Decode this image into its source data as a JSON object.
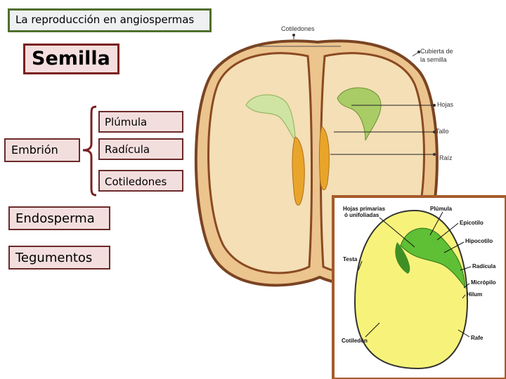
{
  "title": "La reproducción en angiospermas",
  "heading": "Semilla",
  "embryo": {
    "label": "Embrión",
    "parts": [
      "Plúmula",
      "Radícula",
      "Cotiledones"
    ]
  },
  "endosperm": "Endosperma",
  "tegument": "Tegumentos",
  "seed_figure": {
    "top_label": "Cotiledones",
    "cover_line1": "Cubierta de",
    "cover_line2": "la semilla",
    "leaves": "Hojas",
    "stem": "Tallo",
    "root": "Raíz"
  },
  "bean_figure": {
    "primary_leaves_line1": "Hojas primarias",
    "primary_leaves_line2": "ó unifoliadas",
    "plumula": "Plúmula",
    "epicotilo": "Epicotilo",
    "hipocotilo": "Hipocotilo",
    "testa": "Testa",
    "radicula": "Radícula",
    "micropilo": "Micrópilo",
    "hilum": "Hilum",
    "rafe": "Rafe",
    "cotiledon": "Cotiledón"
  },
  "colors": {
    "title_border": "#4f6f2c",
    "box_border": "#7b1f1f",
    "box_fill": "#f3dede",
    "seed_fill": "#f2d6a6",
    "seed_coat": "#6b3a1e",
    "cotyledon_yellow": "#f5f079",
    "embryo_green": "#6cc23a"
  }
}
